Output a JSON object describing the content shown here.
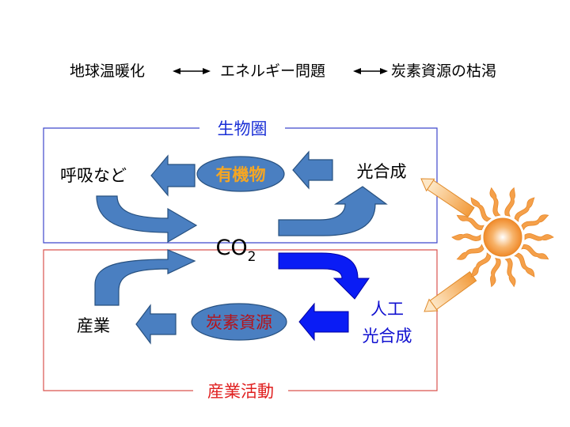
{
  "header": {
    "term1": "地球温暖化",
    "term2": "エネルギー問題",
    "term3": "炭素資源の枯渇"
  },
  "biosphere": {
    "label": "生物圏",
    "organic_matter": "有機物",
    "respiration": "呼吸など",
    "photosynthesis": "光合成"
  },
  "center": {
    "co2_main": "CO",
    "co2_sub": "2"
  },
  "industry": {
    "label": "産業活動",
    "carbon_resources": "炭素資源",
    "industry": "産業",
    "artificial_line1": "人工",
    "artificial_line2": "光合成"
  },
  "colors": {
    "biosphere_border": "#3f48cc",
    "industry_border": "#d9534f",
    "biosphere_label": "#1a2fd6",
    "industry_label": "#e02020",
    "organic_text": "#f5a623",
    "carbon_text": "#b5131a",
    "artificial_text": "#1010d0",
    "arrow_fill": "#4a7fc1",
    "arrow_stroke": "#27507f",
    "ellipse_fill": "#4a7fc1",
    "blue_arrow": "#0a1cf5",
    "sun": "#f5a04a"
  },
  "icons": {
    "sun": "sun-icon"
  }
}
